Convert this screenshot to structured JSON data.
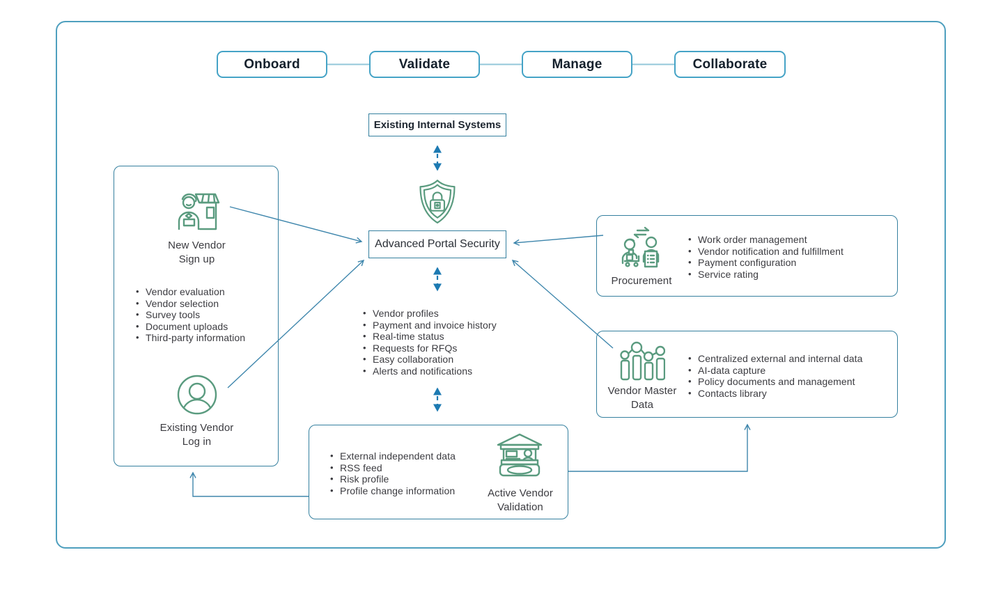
{
  "pipeline": {
    "steps": [
      {
        "label": "Onboard"
      },
      {
        "label": "Validate"
      },
      {
        "label": "Manage"
      },
      {
        "label": "Collaborate"
      }
    ]
  },
  "security": {
    "internal_systems_label": "Existing Internal Systems",
    "portal_label": "Advanced Portal Security"
  },
  "left_panel": {
    "new_vendor_line1": "New Vendor",
    "new_vendor_line2": "Sign up",
    "bullets": [
      "Vendor evaluation",
      "Vendor selection",
      "Survey tools",
      "Document uploads",
      "Third-party information"
    ],
    "existing_vendor_line1": "Existing Vendor",
    "existing_vendor_line2": "Log in"
  },
  "portal_features": {
    "bullets": [
      "Vendor profiles",
      "Payment and invoice history",
      "Real-time status",
      "Requests for RFQs",
      "Easy collaboration",
      "Alerts and notifications"
    ]
  },
  "procurement": {
    "label": "Procurement",
    "bullets": [
      "Work order management",
      "Vendor notification and fulfillment",
      "Payment configuration",
      "Service rating"
    ]
  },
  "vendor_master_data": {
    "label_line1": "Vendor Master",
    "label_line2": "Data",
    "bullets": [
      "Centralized external and internal data",
      "AI-data capture",
      "Policy documents and management",
      "Contacts library"
    ]
  },
  "active_vendor_validation": {
    "label_line1": "Active Vendor",
    "label_line2": "Validation",
    "bullets": [
      "External independent data",
      "RSS feed",
      "Risk profile",
      "Profile change information"
    ]
  },
  "icons": {
    "shield": "shield-lock-icon",
    "new_vendor": "vendor-storefront-icon",
    "existing_vendor": "person-circle-icon",
    "procurement": "people-exchange-icon",
    "vendor_master": "data-bars-icon",
    "active_validation": "kiosk-icon"
  },
  "colors": {
    "outer-border": "#4E9FBE",
    "box-border": "#35809F",
    "button-border": "#45A3C6",
    "icon-green": "#5A9B7F",
    "arrow-blue": "#3E86AC",
    "dash-blue": "#1D7AB2",
    "text-dark": "#14202C",
    "text-body": "#3B3B40",
    "connector": "#93C7DA"
  }
}
